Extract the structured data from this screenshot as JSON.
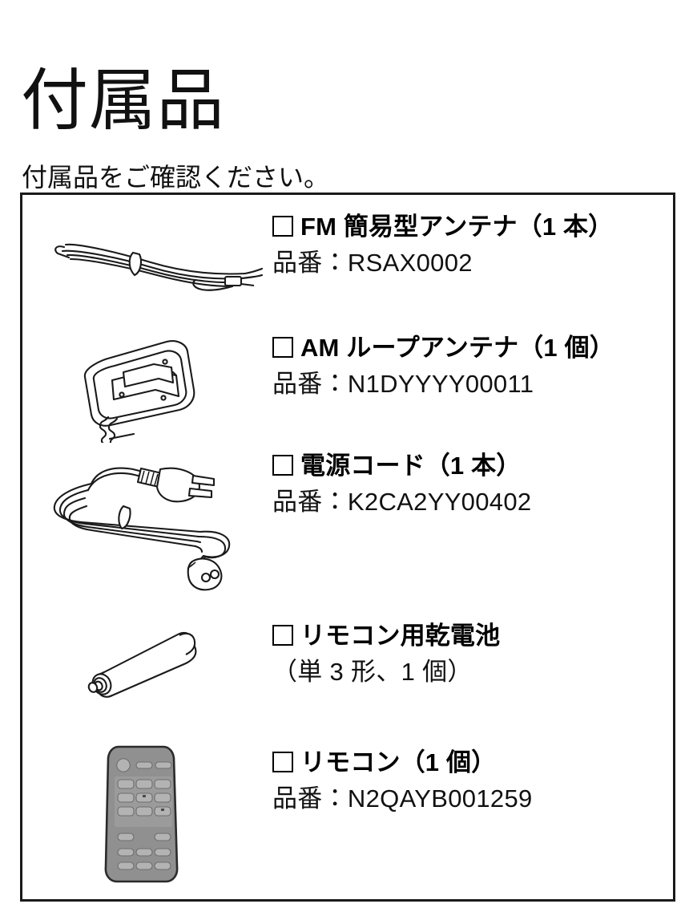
{
  "page": {
    "title": "付属品",
    "subtitle": "付属品をご確認ください。"
  },
  "colors": {
    "text": "#000000",
    "border": "#1a1a1a",
    "background": "#ffffff",
    "remote_body": "#909090",
    "remote_button": "#b3b3b3"
  },
  "accessories": [
    {
      "checkbox": "☐",
      "name": "FM 簡易型アンテナ（1 本）",
      "part_label": "品番：RSAX0002",
      "icon": "fm-wire-antenna-illustration"
    },
    {
      "checkbox": "☐",
      "name": "AM ループアンテナ（1 個）",
      "part_label": "品番：N1DYYYY00011",
      "icon": "am-loop-antenna-illustration"
    },
    {
      "checkbox": "☐",
      "name": "電源コード（1 本）",
      "part_label": "品番：K2CA2YY00402",
      "icon": "power-cord-illustration"
    },
    {
      "checkbox": "☐",
      "name": "リモコン用乾電池",
      "part_label": "（単 3 形、1 個）",
      "icon": "aa-battery-illustration"
    },
    {
      "checkbox": "☐",
      "name": "リモコン（1 個）",
      "part_label": "品番：N2QAYB001259",
      "icon": "remote-control-illustration"
    }
  ]
}
